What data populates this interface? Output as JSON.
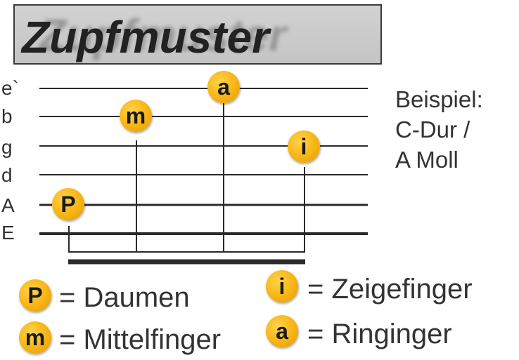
{
  "title": "Zupfmuster",
  "strings": [
    "e`",
    "b",
    "g",
    "d",
    "A",
    "E"
  ],
  "note": [
    "Beispiel:",
    "C-Dur /",
    "A Moll"
  ],
  "pattern": [
    {
      "letter": "P",
      "string": "A"
    },
    {
      "letter": "m",
      "string": "b"
    },
    {
      "letter": "a",
      "string": "e`"
    },
    {
      "letter": "i",
      "string": "g"
    }
  ],
  "legend": [
    {
      "letter": "P",
      "text": "= Daumen"
    },
    {
      "letter": "m",
      "text": "= Mittelfinger"
    },
    {
      "letter": "i",
      "text": "= Zeigefinger"
    },
    {
      "letter": "a",
      "text": "= Ringinger"
    }
  ],
  "colors": {
    "finger_circle": "#f7b313",
    "title_background": "#c8c8c8",
    "lines": "#2a2a2a"
  }
}
